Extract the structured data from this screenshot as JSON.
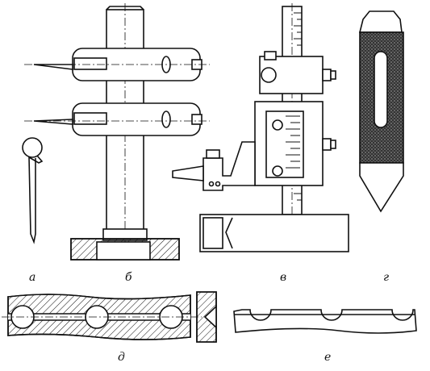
{
  "figure": {
    "labels": {
      "a": "а",
      "b": "б",
      "v": "в",
      "g": "г",
      "d": "д",
      "e": "е"
    }
  }
}
